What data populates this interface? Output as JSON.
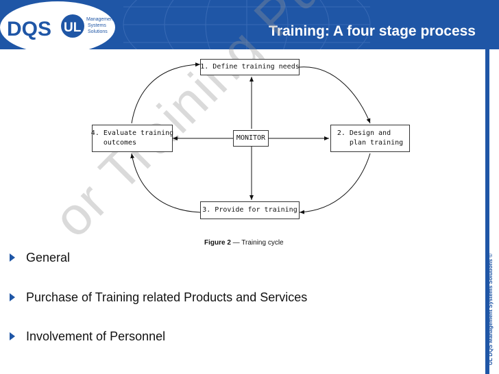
{
  "header": {
    "title": "Training: A four stage process",
    "logo_dqs": "DQS",
    "logo_ul": "UL",
    "logo_line1": "Management",
    "logo_line2": "Systems",
    "logo_line3": "Solutions"
  },
  "watermark": "or Training Pu",
  "diagram": {
    "box1": "1. Define training needs",
    "box2": "2. Design and\n   plan training",
    "box3": "3. Provide for training",
    "box4": "4. Evaluate training\n   outcomes",
    "monitor": "MONITOR"
  },
  "caption": {
    "figure": "Figure 2",
    "rest": " — Training cycle"
  },
  "bullets": [
    "General",
    "Purchase of Training related Products and Services",
    "Involvement of Personnel"
  ],
  "side_text": "UL DQS Management Systems Solutions ©",
  "colors": {
    "brand_blue": "#1f56a6"
  }
}
